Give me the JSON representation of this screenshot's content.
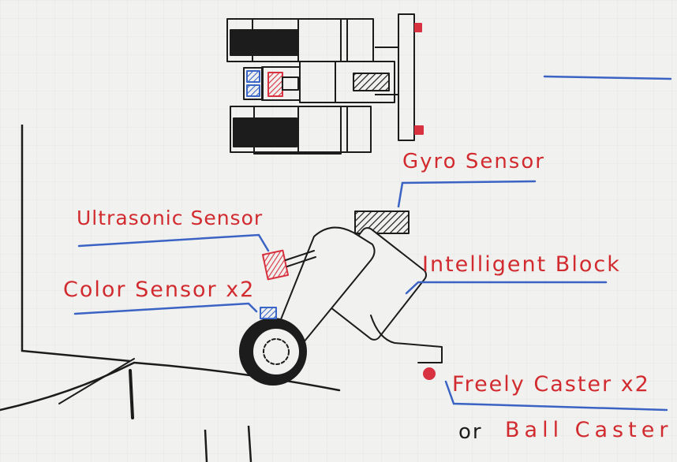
{
  "labels": {
    "gyro": "Gyro Sensor",
    "ultrasonic": "Ultrasonic Sensor",
    "intelligent_block": "Intelligent Block",
    "color": "Color Sensor x2",
    "caster": "Freely Caster x2",
    "or": "or",
    "ball": "Ball Caster"
  },
  "colors": {
    "label_text": "#d22b2f",
    "underline": "#3b63c4",
    "ink": "#1c1c1c",
    "sensor_red": "#d8313f",
    "sensor_blue": "#3a66c8",
    "board": "#f1f2f0"
  }
}
